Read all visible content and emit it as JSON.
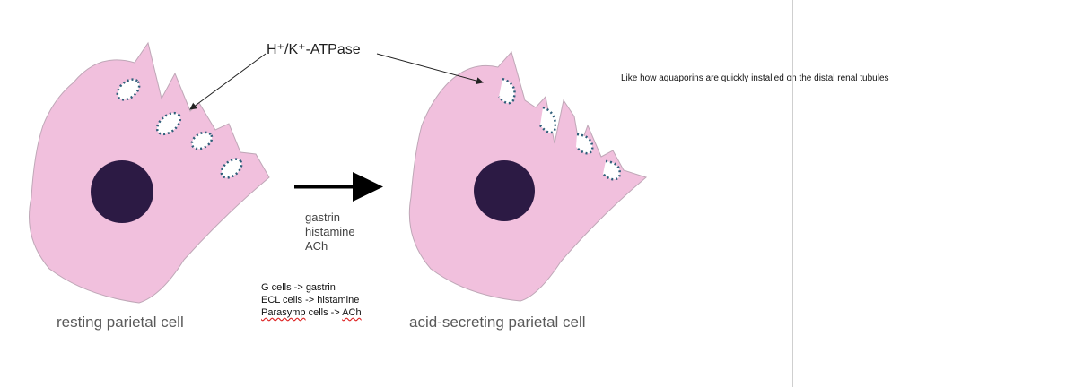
{
  "diagram": {
    "enzyme_label": "H⁺/K⁺-ATPase",
    "stimuli": [
      "gastrin",
      "histamine",
      "ACh"
    ],
    "sources": {
      "line1": "G cells -> gastrin",
      "line2": "ECL cells -> histamine",
      "line3_word1": "Parasymp",
      "line3_middle": " cells -> ",
      "line3_word2": "ACh"
    },
    "left_caption": "resting parietal cell",
    "right_caption": "acid-secreting parietal cell"
  },
  "side_note": "Like how aquaporins are quickly installed on the distal renal tubules",
  "colors": {
    "cell_fill": "#f1c0dd",
    "cell_stroke": "#bfa7b7",
    "nucleus": "#2c1a44",
    "vesicle_dots": "#2e5e7a",
    "arrow": "#000000"
  }
}
